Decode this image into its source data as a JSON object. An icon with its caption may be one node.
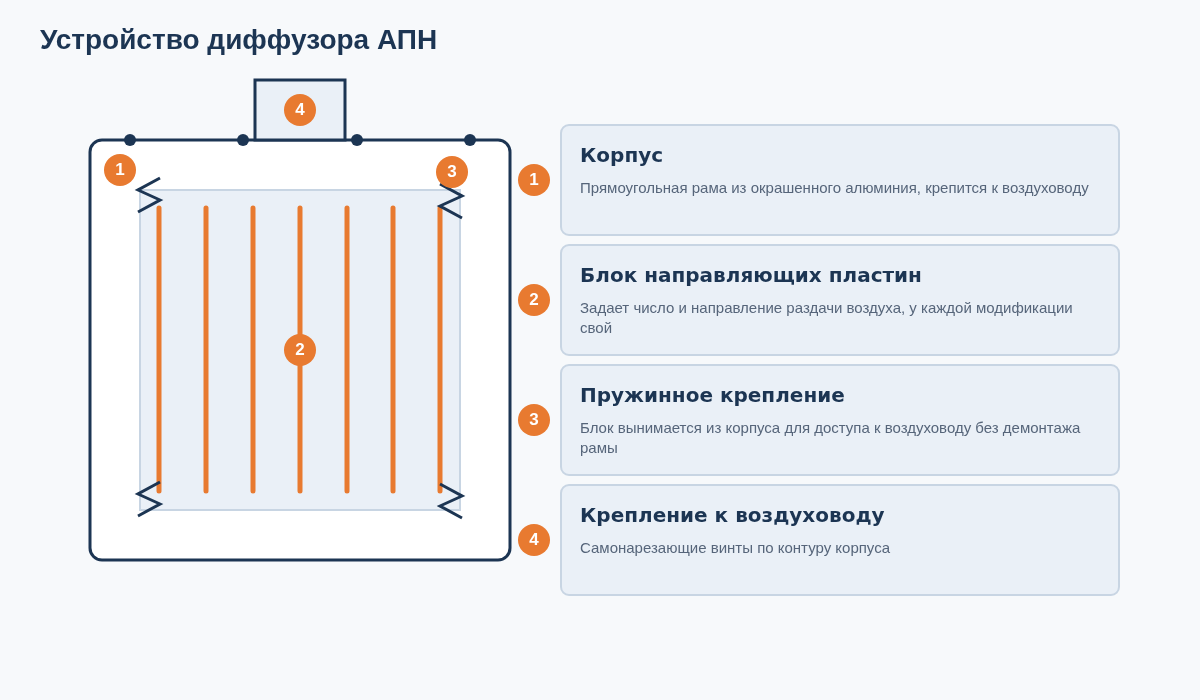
{
  "diagram": {
    "title": "Устройство диффузора АПН",
    "nodes": [
      {
        "text": [
          "Корпус",
          "Прямоугольная рама из окрашенного алюминия, крепится к воздуховоду"
        ],
        "beside": [
          "1"
        ]
      },
      {
        "text": [
          "Блок направляющих пластин",
          "Задает число и направление раздачи воздуха, у каждой модификации свой"
        ],
        "beside": [
          "2"
        ]
      },
      {
        "text": [
          "Пружинное крепление",
          "Блок вынимается из корпуса для доступа к воздуховоду без демонтажа рамы"
        ],
        "beside": [
          "3"
        ]
      },
      {
        "text": [
          "Крепление к воздуховоду",
          "Самонарезающие винты по контуру корпуса"
        ],
        "beside": [
          "4"
        ]
      }
    ],
    "labels": [
      "4",
      "1",
      "3",
      "2"
    ]
  }
}
